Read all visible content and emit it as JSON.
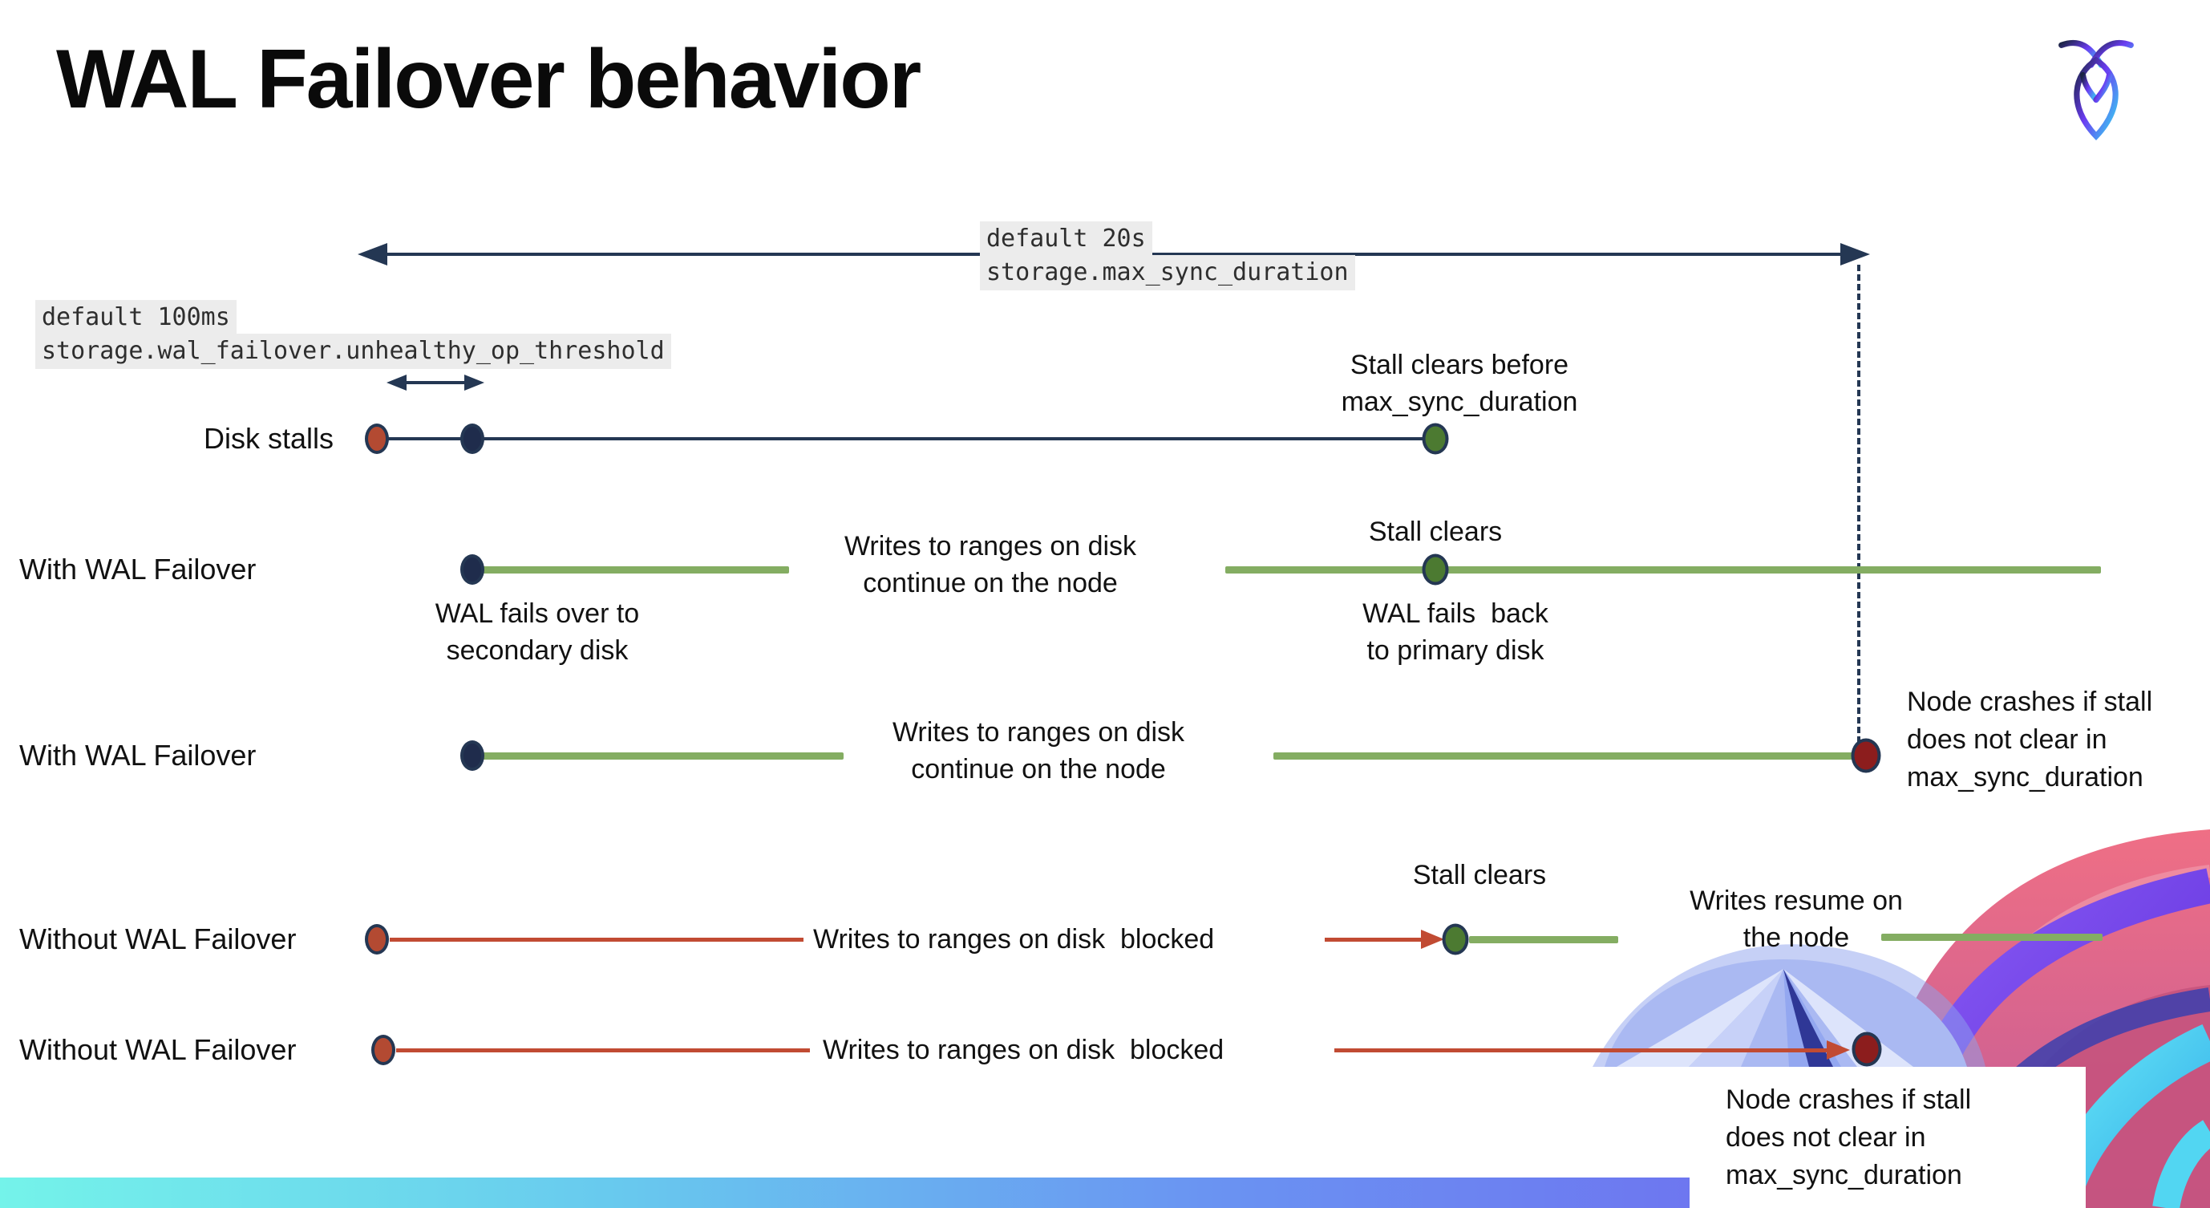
{
  "title": "WAL Failover behavior",
  "settings": {
    "max_sync_duration": {
      "default_label": "default 20s",
      "setting_name": "storage.max_sync_duration"
    },
    "unhealthy_op_threshold": {
      "default_label": "default 100ms",
      "setting_name": "storage.wal_failover.unhealthy_op_threshold"
    }
  },
  "rows": [
    {
      "label": "Disk stalls"
    },
    {
      "label": "With WAL Failover"
    },
    {
      "label": "With WAL Failover"
    },
    {
      "label": "Without WAL Failover"
    },
    {
      "label": "Without WAL Failover"
    }
  ],
  "annotations": {
    "stall_clears_before": "Stall clears before\nmax_sync_duration",
    "wal_fails_over": "WAL fails over to\nsecondary disk",
    "writes_continue": "Writes to ranges on disk\ncontinue on the node",
    "stall_clears": "Stall clears",
    "wal_fails_back": "WAL fails  back\nto primary disk",
    "node_crashes": "Node crashes if stall\ndoes not clear in\nmax_sync_duration",
    "writes_blocked": "Writes to ranges on disk  blocked",
    "writes_resume": "Writes resume on\nthe node"
  },
  "colors": {
    "navy": "#243753",
    "green_line": "#84ad62",
    "green_dot": "#4c7a31",
    "red_line": "#c14b33",
    "red_dot": "#b34a32",
    "crash_dot": "#8c1d1d",
    "code_background": "#ececec",
    "footer_gradient": [
      "#74f3ea",
      "#6a93f2",
      "#6f50ee"
    ]
  }
}
